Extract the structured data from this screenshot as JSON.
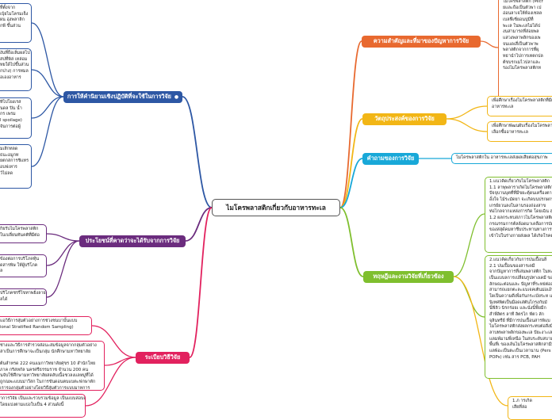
{
  "center": {
    "title": "ไมโครพลาสติกเกี่ยวกับอาหารทะเล"
  },
  "colors": {
    "orange": "#e8692f",
    "yellow": "#f2b616",
    "cyan": "#18a8d8",
    "green": "#7fbf2e",
    "blue": "#2d57a4",
    "purple": "#6b2c7e",
    "pink": "#e2215e"
  },
  "branches": {
    "importance": {
      "label": "ความสำคัญและที่มาของปัญหาการวิจัย",
      "leaves": [
        {
          "lines": [
            "ไมโครพลาสติก (Micr",
            "ยและถือเป็นตัวพา เป",
            "อ่อนลาเจให้ห้องเซลล",
            "เบลฟีเซิ่ยอนบุ่มีที่",
            "พะเล ในพะเลไม่ได้ป",
            "งนสามารถที่ส่อยพล",
            "แสวงพลาพลิกของเพ",
            "จนแดเสี่เป็นตัวพาพ",
            "พลาสติกจากการที่ผุ",
            "ทธานำไปการเทตกปล",
            "ต้ขบรกเมไวปลาและ",
            "รองไมโครพลาสติกท"
          ]
        }
      ]
    },
    "objectives": {
      "label": "วัตถุประสงค์ของการวิจัย",
      "leaves": [
        {
          "lines": [
            "เพื่อศึกษาเรื่องไมโครพลาสติกที่มีผลกร",
            "อาหารทะเล"
          ]
        },
        {
          "lines": [
            "เพื่อศึกษาพัฒนผับเรื่องไมโครพลาสติกที่",
            "เลือกซื้ออาหารทะเล"
          ]
        }
      ]
    },
    "question": {
      "label": "คำถามของการวิจัย",
      "leaves": [
        {
          "lines": [
            "ไมโครพลาสติกใน อาหารทะเลส่งผลเสียต่อสุขภาพ"
          ]
        }
      ]
    },
    "literature": {
      "label": "ทฤษฎีและงานวิจัยที่เกี่ยวข้อง",
      "leaves": [
        {
          "lines": [
            "1.แนวคิดเกี่ยวกับไมโครพลาสติก",
            "1.1 ลาพุพลาราเกิดไมโครพลาสติก",
            "ปัจจุบานบุตที่ที่มีขยะตุ้ดนเครื่องตา",
            "อั้งใจ ไม้ระมัดยา จะเกิดบนปรกผกนพ้",
            "เกรย์ยวนลงในลานรองถ่องสาข",
            "ท่อไกลจากแหล่งก่ารกิด โดยเฉิน สุ",
            "1.2 ผลกระทบสภาวไมโครพลาสติกที่",
            "กรณรรมการต้ลล้อดมาเคลือการบัด",
            "ของสสุด์คมหาชีบประทานทางการทะ",
            "เข้าไปในร่างกายส่งผล ได้เกิดโรคต่"
          ]
        },
        {
          "lines": [
            "2.แนวคิดเกี่ยวกับการปนเปื้อนสิ่",
            "2.1 ปนเปื้อนของสารเคมี",
            "จากปัญหาการที่เล่นพลาสติก ในทะเ",
            "เป็นแบบลการเปลี่ยนรูปทางเคมี ของพ",
            "ลักษณะต่อนและ ปัญหาที่ระหย่ต่อสุข",
            "สามารถแยกตะละแบเจคเตินม่อเอ้น",
            "ใดเป็นความดีเพื่อกันกระเบ้ยระห แ",
            "นิเทศพิตเป็นมือดเส่ตันไกรงกับมั",
            "นิ้ฟิลิว นิรกร่อยเ และนั่งนิ้ฟิ้ยมีก",
            "สำพีลิตร ลาที ลิตรไก ฟัตว ลัก",
            "จุลินทรีย์ ที่มีการปนเปื้อนสารพิแบ",
            "ไมโครพลาสติกส่งผลกระทบต่อสิ่งมีชีว",
            "ลาบทพลาพลิกของพะเล ปัยะงาะเลส",
            "แลมพ์มามพี่เหนือ ในสบระดับสบาม",
            "พื้นที่เ ของเล้นไมโครพลาสติกสามีม",
            "แลพ้อะเป็นตะเป็นเวลานาน (Pers",
            "POPs) เช่น สาร PCB, PAH"
          ]
        },
        {
          "lines": [
            "1.ภ ารเกิด",
            "เสียที่ล่อ"
          ]
        }
      ]
    },
    "practical": {
      "label": "การให้คำนิยามเชิงปฏิบัติที่จะใช้ในการวิจัย",
      "leaves": [
        {
          "lines": [
            "ที่ตั้งจาก",
            "เบุ้ยไมโครมเจ็ง",
            "ผน อุ่งพลาลิก",
            "กพี ขึ้นส่วน"
          ]
        },
        {
          "lines": [
            "งันที่ถือเลิ่มผลไป",
            "สปที่พิล่ เหล่อม",
            "ทยใด้ไปขึ้นส่วน",
            "กปาง) การทมล",
            "อเองอาหาร"
          ]
        },
        {
          "lines": [
            "ทิไปโยงเรส",
            "นดล ปิน น้ำ",
            "กร เพรม",
            "l spoilage)",
            "จันการต่อผู้"
          ]
        },
        {
          "lines": [
            "มเสิกทลด",
            "ธนะอมูกท",
            "ยตกสการชิแทร",
            "อบฟเทาร",
            "ว้ไม่ลด"
          ]
        }
      ]
    },
    "benefits": {
      "label": "ประโยชน์ที่คาดว่าจะได้รับจากการวิจัย",
      "leaves": [
        {
          "lines": [
            "กิยรับไมโครพลาสติก",
            "ในเบลี่ยนทันคติที่มีต่อ"
          ]
        },
        {
          "lines": [
            "ข้องต่อการบริโภคทุ้น",
            "ดสารพิษ ให้ผู้บริโภค",
            "ล"
          ]
        },
        {
          "lines": [
            "ปริโภคชรรีไขทาพยิ่งลาย",
            "ลได้"
          ]
        }
      ]
    },
    "methodology": {
      "label": "ระเบียบวิธีวิจัย",
      "leaves": [
        {
          "lines": [
            "แอวิธีการสุ่มตัวอย่างการช่วงชนบาบั้นแบบ",
            "ional Stratified Random Sampling)"
          ]
        },
        {
          "lines": [
            "ช่างและวิธีการสำรวจส่อนะสมข้อมูลจากกลุ่มตัวอย่าง",
            "ล่าเป็นการศึกษาจะเป็นกลุ่ม นักศึกษามหาวิทยาลัย",
            "",
            "ต้นลำหรด 222 คนแมกาวิทยาลัยศุขร 10 สำนักโหย",
            "ภาค กริสหกัล นครศรีธรรมราช จำนวน 200 คน",
            "นจับใช้ศึกษามหาวิทยาลัยสดลับเนื้อชวลงแลหมู่ที่ได้",
            "ถูกณพะแบบม่าวีสก ในการขันดอนตบแบตะฟกษาตัก",
            "เรารองกลุ่มตัวอย่างโดยวิธีสุ่มตัวการแบบมาหการ",
            "รองกนธิการเระซมิลนุ่ม"
          ]
        },
        {
          "lines": [
            "าการวิจัย เป็นและรวบรวมข้อมูล เป็นแบบสอบถาม",
            "โดยแบ่งตามแบ่งใบเป็น 4 ส่วนดังนี้"
          ]
        }
      ]
    }
  }
}
